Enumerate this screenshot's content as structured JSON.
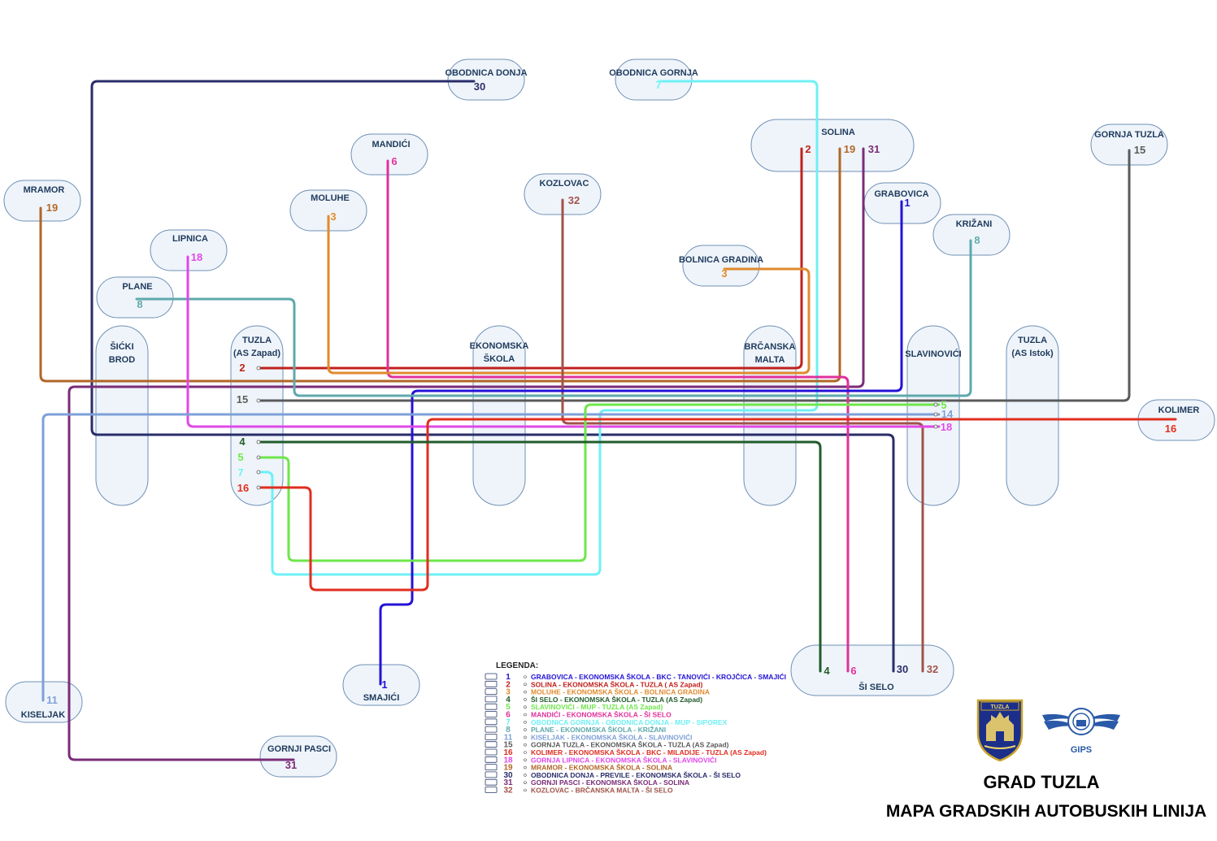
{
  "title": {
    "line1": "GRAD TUZLA",
    "line2": "MAPA  GRADSKIH AUTOBUSKIH LINIJA"
  },
  "logos": {
    "coat_of_arms": "TUZLA",
    "company": "GIPS"
  },
  "legend_title": "LEGENDA:",
  "colors": {
    "1": "#2412d6",
    "2": "#c0201c",
    "3": "#e08a2e",
    "4": "#215c2a",
    "5": "#6ee64a",
    "6": "#e0309a",
    "7": "#6ef0f5",
    "8": "#5fa9ac",
    "11": "#7ea0d8",
    "15": "#5a5a5a",
    "16": "#e02e20",
    "18": "#e048e8",
    "19": "#b06628",
    "30": "#2a2d6a",
    "31": "#7a2c78",
    "32": "#a0524a"
  },
  "stations": {
    "obodnica_donja": {
      "name": "OBODNICA DONJA",
      "nums": [
        "30"
      ]
    },
    "obodnica_gornja": {
      "name": "OBODNICA GORNJA",
      "nums": [
        "7"
      ]
    },
    "solina": {
      "name": "SOLINA",
      "nums": [
        "2",
        "19",
        "31"
      ]
    },
    "gornja_tuzla": {
      "name": "GORNJA TUZLA",
      "nums": [
        "15"
      ]
    },
    "mandici": {
      "name": "MANDIĆI",
      "nums": [
        "6"
      ]
    },
    "mramor": {
      "name": "MRAMOR",
      "nums": [
        "19"
      ]
    },
    "moluhe": {
      "name": "MOLUHE",
      "nums": [
        "3"
      ]
    },
    "kozlovac": {
      "name": "KOZLOVAC",
      "nums": [
        "32"
      ]
    },
    "grabovica": {
      "name": "GRABOVICA",
      "nums": [
        "1"
      ]
    },
    "krizani": {
      "name": "KRIŽANI",
      "nums": [
        "8"
      ]
    },
    "lipnica": {
      "name": "LIPNICA",
      "nums": [
        "18"
      ]
    },
    "bolnica": {
      "name": "BOLNICA GRADINA",
      "nums": [
        "3"
      ]
    },
    "plane": {
      "name": "PLANE",
      "nums": [
        "8"
      ]
    },
    "kolimer": {
      "name": "KOLIMER",
      "nums": [
        "16"
      ]
    },
    "kiseljak": {
      "name": "KISELJAK",
      "nums": [
        "11"
      ]
    },
    "smajici": {
      "name": "SMAJIĆI",
      "nums": [
        "1"
      ]
    },
    "gornji_pasci": {
      "name": "GORNJI PASCI",
      "nums": [
        "31"
      ]
    },
    "si_selo": {
      "name": "ŠI SELO",
      "nums": [
        "4",
        "6",
        "30",
        "32"
      ]
    },
    "sicki_brod": {
      "name": [
        "ŠIĆKI",
        "BROD"
      ]
    },
    "tuzla_zapad": {
      "name": [
        "TUZLA",
        "(AS Zapad)"
      ],
      "nums": [
        "2",
        "15",
        "4",
        "5",
        "7",
        "16"
      ]
    },
    "ekonomska": {
      "name": [
        "EKONOMSKA",
        "ŠKOLA"
      ]
    },
    "brcanska": {
      "name": [
        "BRČANSKA",
        "MALTA"
      ]
    },
    "slavinovici": {
      "name": "SLAVINOVIĆI",
      "nums": [
        "5",
        "14",
        "18"
      ]
    },
    "tuzla_istok": {
      "name": [
        "TUZLA",
        "(AS Istok)"
      ]
    }
  },
  "legend": [
    {
      "num": "1",
      "text": "GRABOVICA - EKONOMSKA ŠKOLA - BKC - TANOVIĆI - KROJČICA - SMAJIĆI"
    },
    {
      "num": "2",
      "text": "SOLINA - EKONOMSKA ŠKOLA - TUZLA ( AS Zapad)"
    },
    {
      "num": "3",
      "text": "MOLUHE - EKONOMSKA ŠKOLA - BOLNICA GRADINA"
    },
    {
      "num": "4",
      "text": "ŠI SELO - EKONOMSKA ŠKOLA - TUZLA (AS Zapad)"
    },
    {
      "num": "5",
      "text": "SLAVINOVIĆI - MUP - TUZLA (AS Zapad)"
    },
    {
      "num": "6",
      "text": "MANDIĆI - EKONOMSKA ŠKOLA - ŠI SELO"
    },
    {
      "num": "7",
      "text": "OBODNICA GORNJA - OBODNICA DONJA - MUP - SIPOREX"
    },
    {
      "num": "8",
      "text": "PLANE - EKONOMSKA ŠKOLA - KRIŽANI"
    },
    {
      "num": "11",
      "text": "KISELJAK - EKONOMSKA ŠKOLA - SLAVINOVIĆI"
    },
    {
      "num": "15",
      "text": "GORNJA TUZLA - EKONOMSKA ŠKOLA - TUZLA (AS Zapad)"
    },
    {
      "num": "16",
      "text": "KOLIMER - EKONOMSKA ŠKOLA - BKC - MILADIJE - TUZLA (AS Zapad)"
    },
    {
      "num": "18",
      "text": "GORNJA LIPNICA - EKONOMSKA ŠKOLA - SLAVINOVIĆI"
    },
    {
      "num": "19",
      "text": "MRAMOR - EKONOMSKA ŠKOLA - SOLINA"
    },
    {
      "num": "30",
      "text": "OBODNICA DONJA - PREVILE - EKONOMSKA ŠKOLA - ŠI SELO"
    },
    {
      "num": "31",
      "text": "GORNJI PASCI - EKONOMSKA ŠKOLA - SOLINA"
    },
    {
      "num": "32",
      "text": "KOZLOVAC - BRČANSKA MALTA - ŠI SELO"
    }
  ]
}
